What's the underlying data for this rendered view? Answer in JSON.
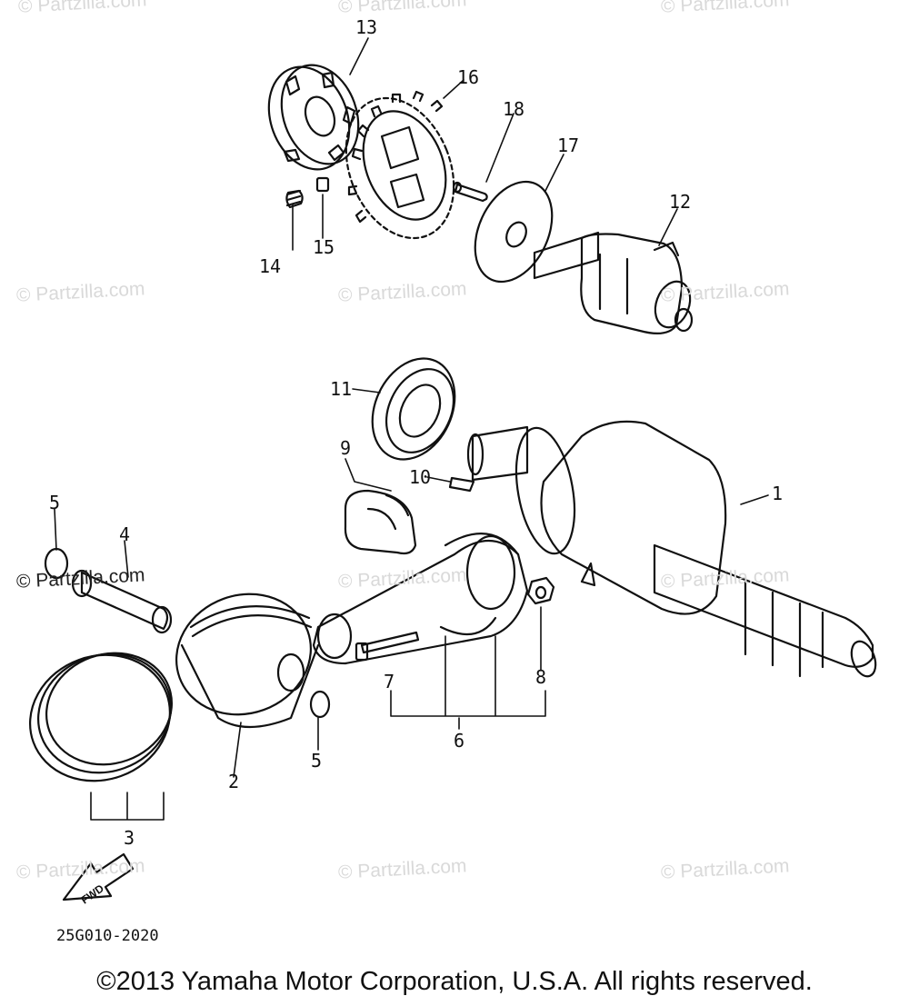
{
  "watermarks": [
    "© Partzilla.com",
    "© Partzilla.com",
    "© Partzilla.com",
    "© Partzilla.com",
    "© Partzilla.com",
    "© Partzilla.com",
    "© Partzilla.com",
    "© Partzilla.com",
    "© Partzilla.com",
    "© Partzilla.com",
    "© Partzilla.com",
    "© Partzilla.com"
  ],
  "callouts": {
    "c1": "1",
    "c2": "2",
    "c3": "3",
    "c4": "4",
    "c5a": "5",
    "c5b": "5",
    "c6": "6",
    "c7": "7",
    "c8": "8",
    "c9": "9",
    "c10": "10",
    "c11": "11",
    "c12": "12",
    "c13": "13",
    "c14": "14",
    "c15": "15",
    "c16": "16",
    "c17": "17",
    "c18": "18"
  },
  "fwd_label": "FWD",
  "diagram_code": "25G010-2020",
  "copyright": "©2013 Yamaha Motor Corporation, U.S.A. All rights reserved."
}
